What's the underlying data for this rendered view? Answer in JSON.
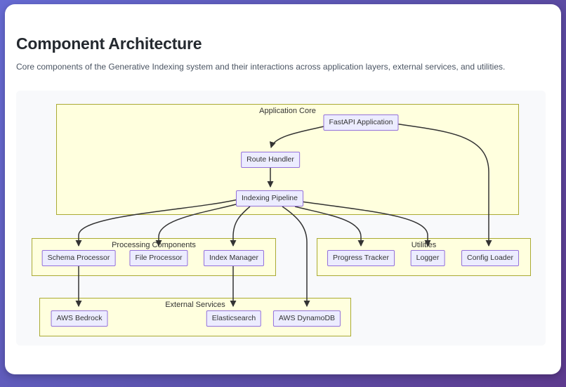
{
  "header": {
    "title": "Component Architecture",
    "subtitle": "Core components of the Generative Indexing system and their interactions across application layers, external services, and utilities."
  },
  "colors": {
    "background_gradient_start": "#666bd3",
    "background_gradient_end": "#5d3a8e",
    "card_background": "#ffffff",
    "diagram_background": "#f8f9fb",
    "cluster_fill": "#ffffde",
    "cluster_border": "#aaaa33",
    "node_fill": "#ececff",
    "node_border": "#9370db",
    "edge_color": "#333333",
    "text_color": "#333333"
  },
  "diagram": {
    "clusters": [
      {
        "id": "application-core",
        "label": "Application Core"
      },
      {
        "id": "processing-components",
        "label": "Processing Components"
      },
      {
        "id": "utilities",
        "label": "Utilities"
      },
      {
        "id": "external-services",
        "label": "External Services"
      }
    ],
    "nodes": [
      {
        "id": "fastapi-application",
        "label": "FastAPI Application",
        "cluster": "application-core"
      },
      {
        "id": "route-handler",
        "label": "Route Handler",
        "cluster": "application-core"
      },
      {
        "id": "indexing-pipeline",
        "label": "Indexing Pipeline",
        "cluster": "application-core"
      },
      {
        "id": "schema-processor",
        "label": "Schema Processor",
        "cluster": "processing-components"
      },
      {
        "id": "file-processor",
        "label": "File Processor",
        "cluster": "processing-components"
      },
      {
        "id": "index-manager",
        "label": "Index Manager",
        "cluster": "processing-components"
      },
      {
        "id": "progress-tracker",
        "label": "Progress Tracker",
        "cluster": "utilities"
      },
      {
        "id": "logger",
        "label": "Logger",
        "cluster": "utilities"
      },
      {
        "id": "config-loader",
        "label": "Config Loader",
        "cluster": "utilities"
      },
      {
        "id": "aws-bedrock",
        "label": "AWS Bedrock",
        "cluster": "external-services"
      },
      {
        "id": "elasticsearch",
        "label": "Elasticsearch",
        "cluster": "external-services"
      },
      {
        "id": "aws-dynamodb",
        "label": "AWS DynamoDB",
        "cluster": "external-services"
      }
    ],
    "edges": [
      {
        "from": "fastapi-application",
        "to": "route-handler"
      },
      {
        "from": "fastapi-application",
        "to": "config-loader"
      },
      {
        "from": "route-handler",
        "to": "indexing-pipeline"
      },
      {
        "from": "indexing-pipeline",
        "to": "schema-processor"
      },
      {
        "from": "indexing-pipeline",
        "to": "file-processor"
      },
      {
        "from": "indexing-pipeline",
        "to": "index-manager"
      },
      {
        "from": "indexing-pipeline",
        "to": "aws-dynamodb"
      },
      {
        "from": "indexing-pipeline",
        "to": "progress-tracker"
      },
      {
        "from": "indexing-pipeline",
        "to": "logger"
      },
      {
        "from": "schema-processor",
        "to": "aws-bedrock"
      },
      {
        "from": "index-manager",
        "to": "elasticsearch"
      }
    ]
  }
}
